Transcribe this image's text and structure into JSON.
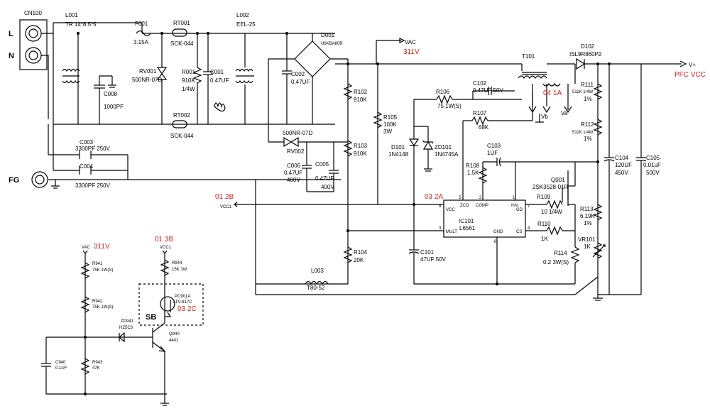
{
  "connectors": {
    "cn100": "CN100",
    "L": "L",
    "N": "N",
    "fg": "FG"
  },
  "components": {
    "L001": [
      "L001",
      "TR 14*8.5*5"
    ],
    "F001": [
      "F001",
      "3.15A"
    ],
    "RT001": [
      "RT001",
      "SCK-044"
    ],
    "RT002": [
      "RT002",
      "SCK-044"
    ],
    "RV001": [
      "RV001",
      "500NR-07D"
    ],
    "R001": [
      "R001",
      "910K",
      "1/4W"
    ],
    "C001": [
      "C001",
      "0.47UF"
    ],
    "C008": [
      "C008",
      "1000PF"
    ],
    "L002": [
      "L002",
      "EEL-25"
    ],
    "D001": [
      "D001",
      "U6KBA80R"
    ],
    "C002": [
      "C002",
      "0.47UF"
    ],
    "RV002": [
      "500NR-07D",
      "RV002"
    ],
    "C006": [
      "C006",
      "0.47UF",
      "400V"
    ],
    "C005": [
      "C005",
      "0.47UF",
      "400V"
    ],
    "C003": [
      "C003",
      "3300PF 250V"
    ],
    "C004": [
      "C004",
      "3300PF 250V"
    ],
    "R102": [
      "R102",
      "910K"
    ],
    "R103": [
      "R103",
      "910K"
    ],
    "R104": [
      "R104",
      "20K"
    ],
    "R105": [
      "R105",
      "100K",
      "3W"
    ],
    "R106": [
      "R106",
      "75 1W(S)"
    ],
    "C102": [
      "C102",
      "0.47UF 50V"
    ],
    "R107": [
      "R107",
      "68K"
    ],
    "D101": [
      "D101",
      "1N4148"
    ],
    "ZD101": [
      "ZD101",
      "1N4745A"
    ],
    "C103": [
      "C103",
      "1UF"
    ],
    "R108": [
      "R108",
      "1.5K"
    ],
    "IC101": [
      "IC101",
      "L6561"
    ],
    "C101": [
      "C101",
      "47UF 50V"
    ],
    "L003": [
      "L003",
      "T80-52"
    ],
    "T101": [
      "T101"
    ],
    "D102": [
      "D102",
      "ISL9R860P2"
    ],
    "R111": [
      "R111",
      "511K 1/4W",
      "1%"
    ],
    "R112": [
      "R112",
      "511K 1/4W",
      "1%"
    ],
    "C104": [
      "C104",
      "120UF",
      "450V"
    ],
    "C105": [
      "C105",
      "0.01uF",
      "500V"
    ],
    "Q001": [
      "Q001",
      "2SK3528-01R"
    ],
    "R109": [
      "R109",
      "10 1/4W"
    ],
    "R110": [
      "R110",
      "1K"
    ],
    "R113": [
      "R113",
      "6.19K",
      "1%"
    ],
    "VR101": [
      "VR101",
      "1K"
    ],
    "R114": [
      "R114",
      "0.2 3W(S)"
    ],
    "R941": [
      "R941",
      "75K 1W(S)"
    ],
    "R942": [
      "R942",
      "75K 1W(S)"
    ],
    "R943": [
      "R943",
      "47K"
    ],
    "R944": [
      "R944",
      "15K 1W"
    ],
    "C940": [
      "C940",
      "0.1UF"
    ],
    "ZD941": [
      "ZD941",
      "HZ5C3"
    ],
    "Q940": [
      "Q940",
      "4401"
    ],
    "PC901A": [
      "PC901A",
      "LTV-817C"
    ]
  },
  "ic_pins": {
    "zcd": "ZCD",
    "comp": "COMP",
    "inv": "INV",
    "vcc": "VCC",
    "gd": "GD",
    "mult": "MULT",
    "gnd": "GND",
    "cs": "CS",
    "p5": "5",
    "p2": "2",
    "p1": "1",
    "p7": "7",
    "p4": "4",
    "p6": "6",
    "p3": "3"
  },
  "nets": {
    "vac": "VAC",
    "vac2": "VAC",
    "vcc1": "VCC1",
    "vcc1b": "VCC1",
    "vplus": "V+",
    "vb": "Vb",
    "va": "Va",
    "sb": "SB"
  },
  "annotations": {
    "v311": "311V",
    "v311b": "311V",
    "ref012b": "01 2B",
    "ref013b": "01 3B",
    "ref032a": "03 2A",
    "ref041a": "04 1A",
    "ref032c": "03 2C",
    "pfcvcc": "PFC VCC"
  },
  "colors": {
    "annotation": "#e0201c",
    "wire": "#000000"
  }
}
